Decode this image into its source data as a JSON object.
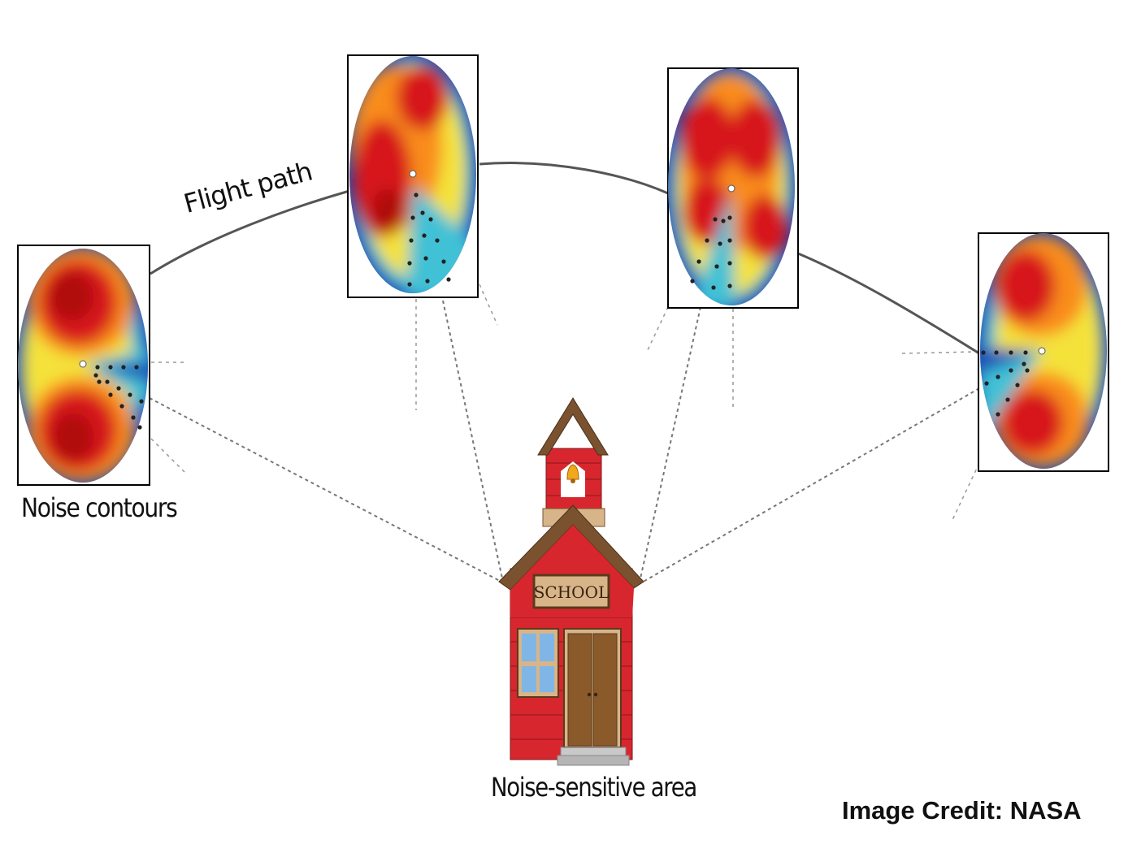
{
  "labels": {
    "flight_path": "Flight path",
    "noise_contours": "Noise contours",
    "noise_sensitive_area": "Noise-sensitive area",
    "image_credit": "Image Credit: NASA",
    "school_sign": "SCHOOL"
  },
  "colors": {
    "contour_hot": "#d7191c",
    "contour_warm": "#f98c1a",
    "contour_mid": "#f4e23a",
    "contour_cool": "#3fc1d6",
    "contour_cold": "#1f4fb5",
    "school_red": "#d8262e",
    "roof_brown": "#7a5230",
    "door_brown": "#8a5a2b",
    "window_blue": "#7fb6e6"
  },
  "icons": {
    "school": "schoolhouse-icon",
    "bell": "bell-icon"
  }
}
